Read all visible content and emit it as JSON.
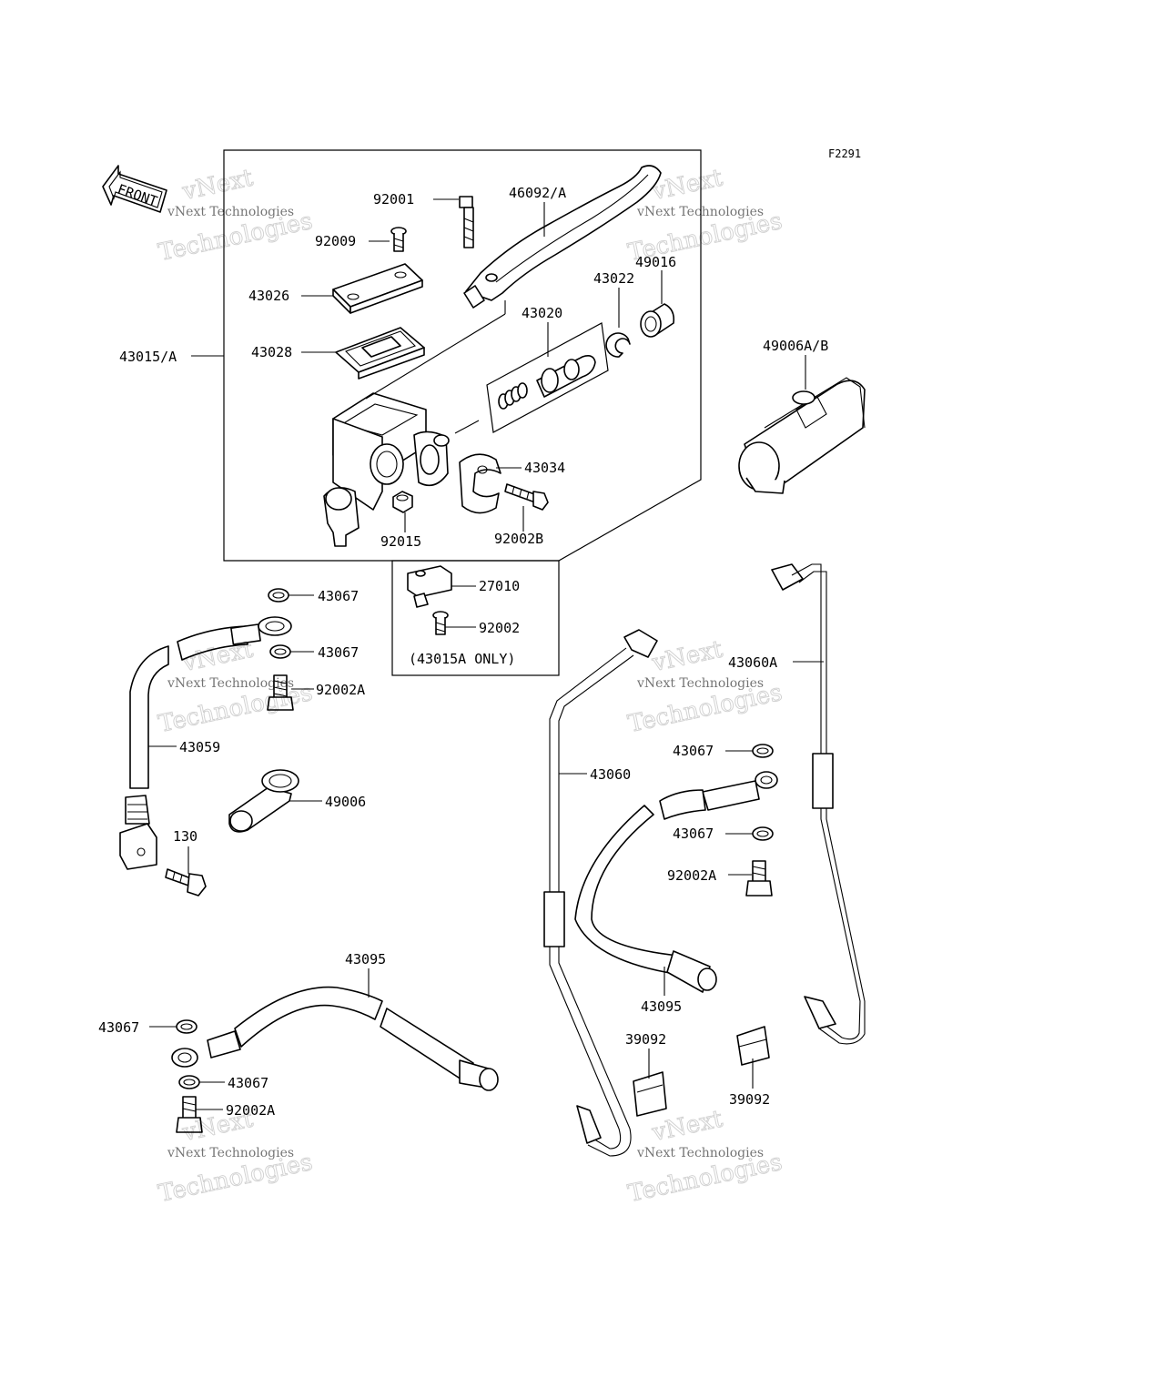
{
  "diagram_code": "F2291",
  "front_arrow_label": "FRONT",
  "box_note": "(43015A ONLY)",
  "watermark": {
    "line1": "vNext",
    "line2": "Technologies",
    "small": "vNext Technologies"
  },
  "labels": {
    "p92001": "92001",
    "p46092": "46092/A",
    "p92009": "92009",
    "p43026": "43026",
    "p43028": "43028",
    "p43015": "43015/A",
    "p43020": "43020",
    "p43022": "43022",
    "p49016": "49016",
    "p49006ab": "49006A/B",
    "p43034": "43034",
    "p92015": "92015",
    "p92002b": "92002B",
    "p27010": "27010",
    "p92002": "92002",
    "l_43067_a": "43067",
    "l_43067_b": "43067",
    "l_92002a_a": "92002A",
    "p43059": "43059",
    "p49006": "49006",
    "p130": "130",
    "p43060a": "43060A",
    "p43060": "43060",
    "l_43067_c": "43067",
    "l_43067_d": "43067",
    "l_92002a_b": "92002A",
    "l_43095_a": "43095",
    "l_43095_b": "43095",
    "l_39092_a": "39092",
    "l_39092_b": "39092",
    "l_43067_e": "43067",
    "l_43067_f": "43067",
    "l_92002a_c": "92002A"
  }
}
